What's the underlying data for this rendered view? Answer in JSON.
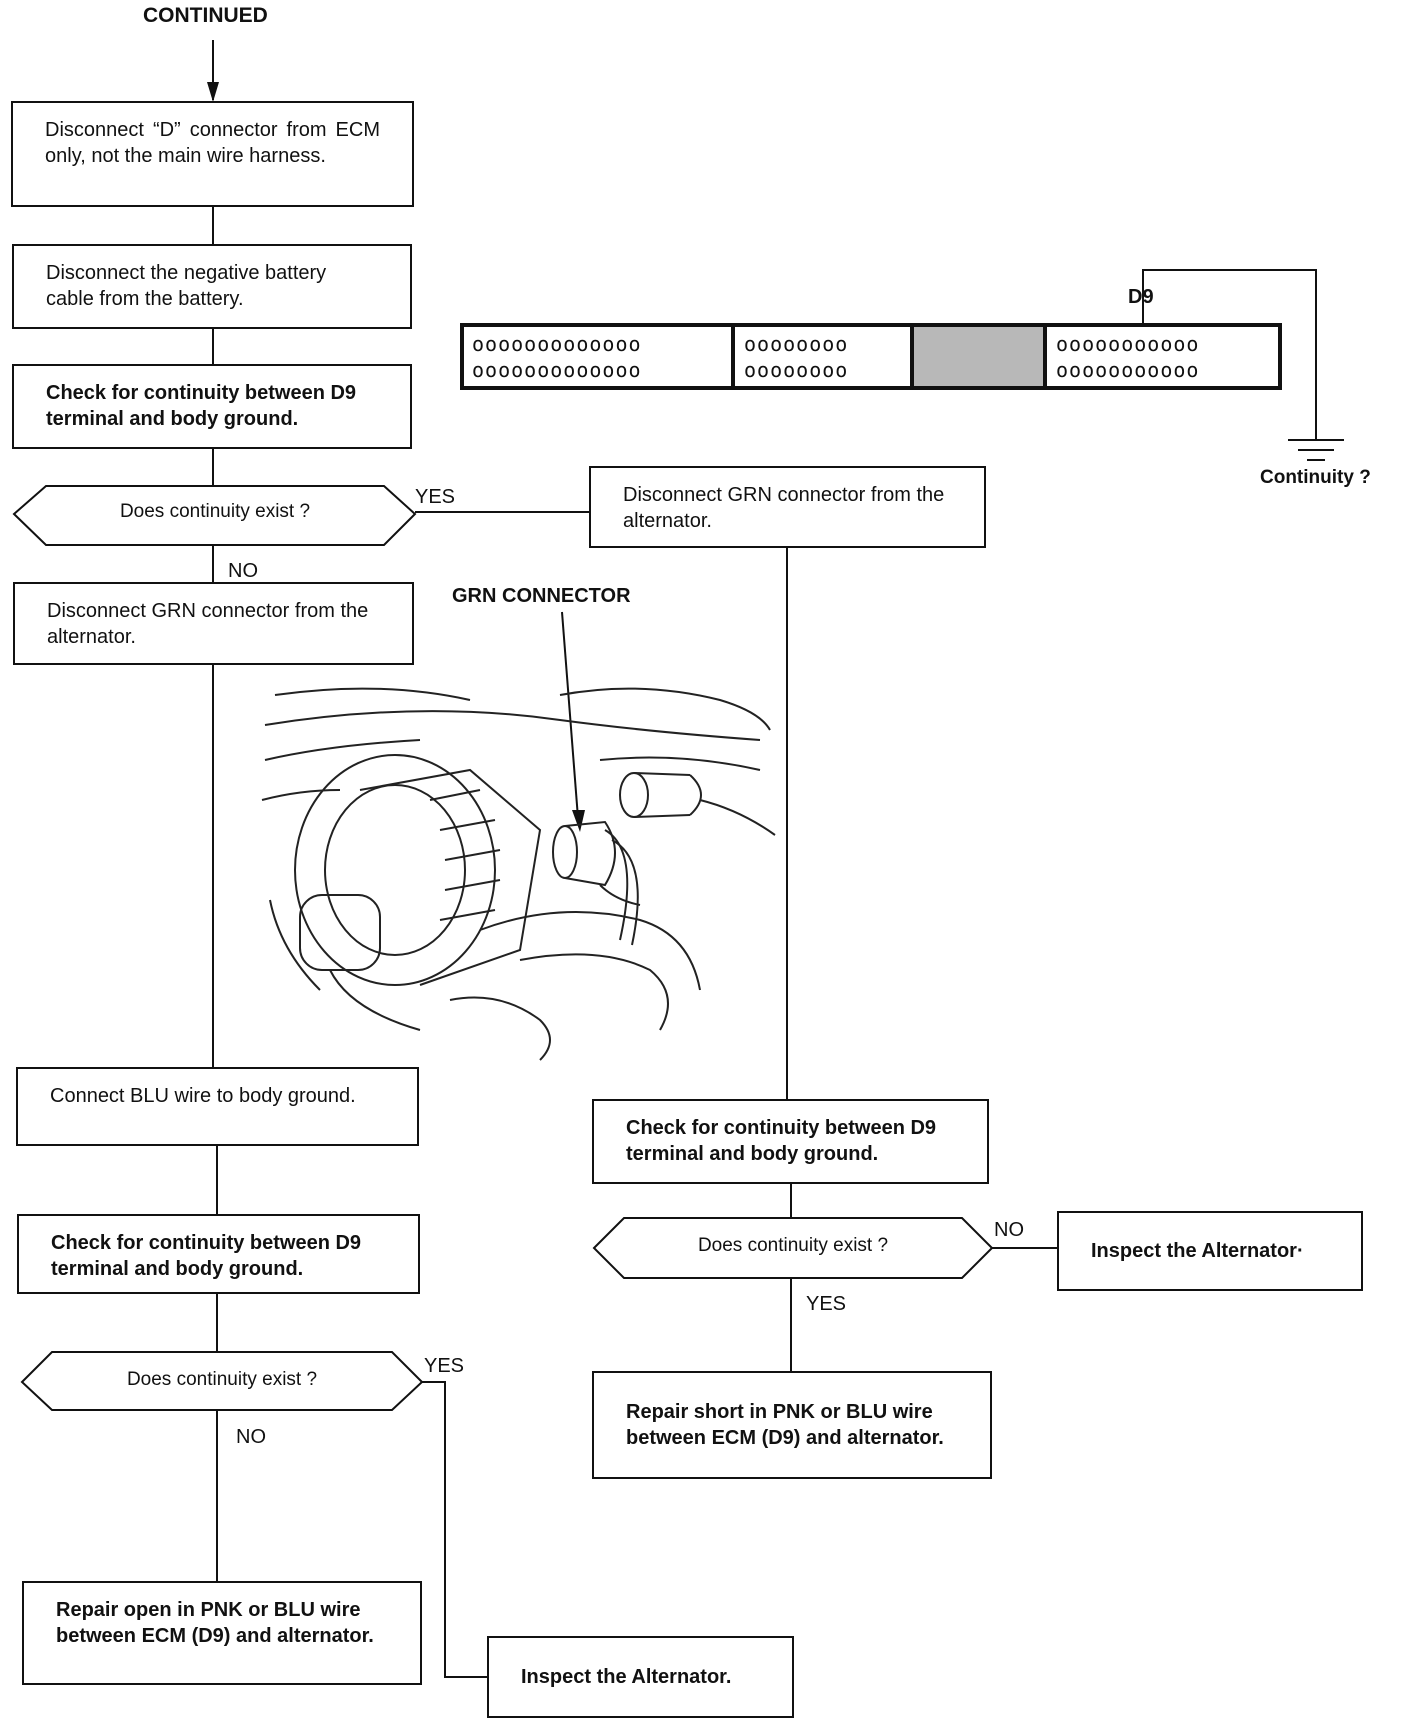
{
  "header": {
    "continued": "CONTINUED"
  },
  "left": {
    "step1": "Disconnect “D” connector from ECM only, not the main wire harness.",
    "step2": "Disconnect the negative battery cable from the battery.",
    "step3": "Check for continuity between D9 terminal and body ground.",
    "decision1": "Does continuity exist ?",
    "decision1_yes": "YES",
    "decision1_no": "NO",
    "step4": "Disconnect GRN connector from the alternator.",
    "step5": "Connect BLU wire to body ground.",
    "step6": "Check for continuity between D9 terminal and body ground.",
    "decision2": "Does continuity exist ?",
    "decision2_yes": "YES",
    "decision2_no": "NO",
    "result_open": "Repair open in PNK or BLU wire between ECM (D9) and alternator.",
    "inspect_bottom": "Inspect the Alternator."
  },
  "right": {
    "step1": "Disconnect GRN connector from the alternator.",
    "step2": "Check for continuity between D9 terminal and body ground.",
    "decision": "Does continuity exist ?",
    "decision_no": "NO",
    "decision_yes": "YES",
    "inspect": "Inspect the Alternator·",
    "result_short": "Repair short in PNK or BLU wire between ECM (D9) and alternator."
  },
  "connector_diagram": {
    "terminal_label": "D9",
    "question": "Continuity ?",
    "section1_row": "ooooooooooooo",
    "section2_row": "oooooooo",
    "section4_row1_a": "ooooo",
    "section4_row1_b": "oooooo",
    "section4_row2": "ooooooooooo"
  },
  "illustration": {
    "callout": "GRN CONNECTOR"
  }
}
